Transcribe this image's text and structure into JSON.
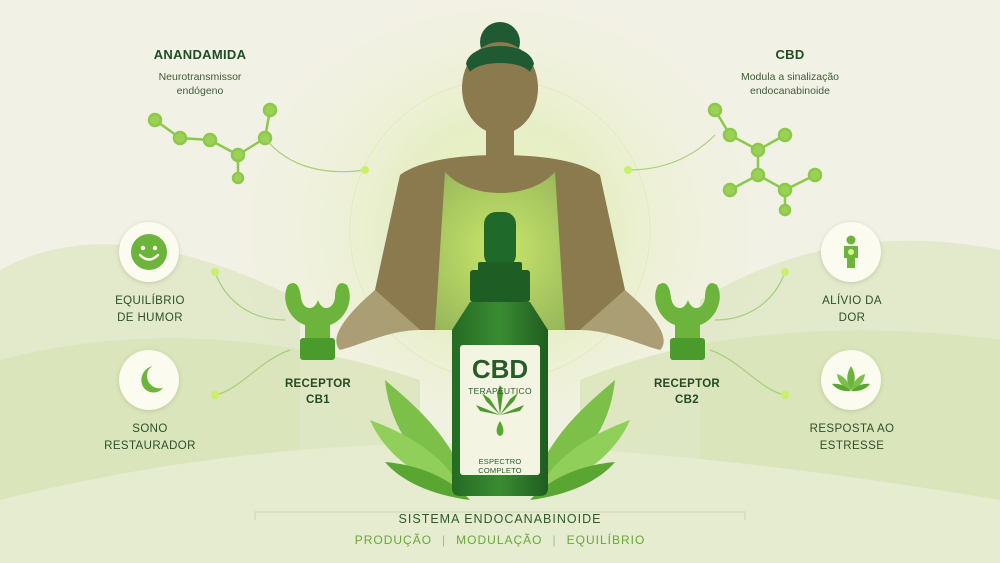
{
  "top_left": {
    "title": "ANANDAMIDA",
    "subtitle_line1": "Neurotransmissor",
    "subtitle_line2": "endógeno"
  },
  "top_right": {
    "title": "CBD",
    "subtitle_line1": "Modula a sinalização",
    "subtitle_line2": "endocanabinoide"
  },
  "left_benefits": [
    {
      "icon": "smiley-icon",
      "line1": "EQUILÍBRIO",
      "line2": "DE HUMOR"
    },
    {
      "icon": "moon-icon",
      "line1": "SONO",
      "line2": "RESTAURADOR"
    }
  ],
  "right_benefits": [
    {
      "icon": "person-icon",
      "line1": "ALÍVIO DA",
      "line2": "DOR"
    },
    {
      "icon": "lotus-icon",
      "line1": "RESPOSTA AO",
      "line2": "ESTRESSE"
    }
  ],
  "receptors": {
    "left": {
      "line1": "RECEPTOR",
      "line2": "CB1"
    },
    "right": {
      "line1": "RECEPTOR",
      "line2": "CB2"
    }
  },
  "bottle": {
    "brand": "CBD",
    "subtitle": "TERAPÊUTICO",
    "footer": "ESPECTRO COMPLETO"
  },
  "bottom": {
    "title": "SISTEMA ENDOCANABINOIDE",
    "items": [
      "PRODUÇÃO",
      "MODULAÇÃO",
      "EQUILÍBRIO"
    ]
  },
  "colors": {
    "dark_green": "#1f4d23",
    "bottle_green": "#2e7a2c",
    "leaf_green": "#6cb43c",
    "accent": "#8fcf3c",
    "background": "#f2f1e6"
  }
}
